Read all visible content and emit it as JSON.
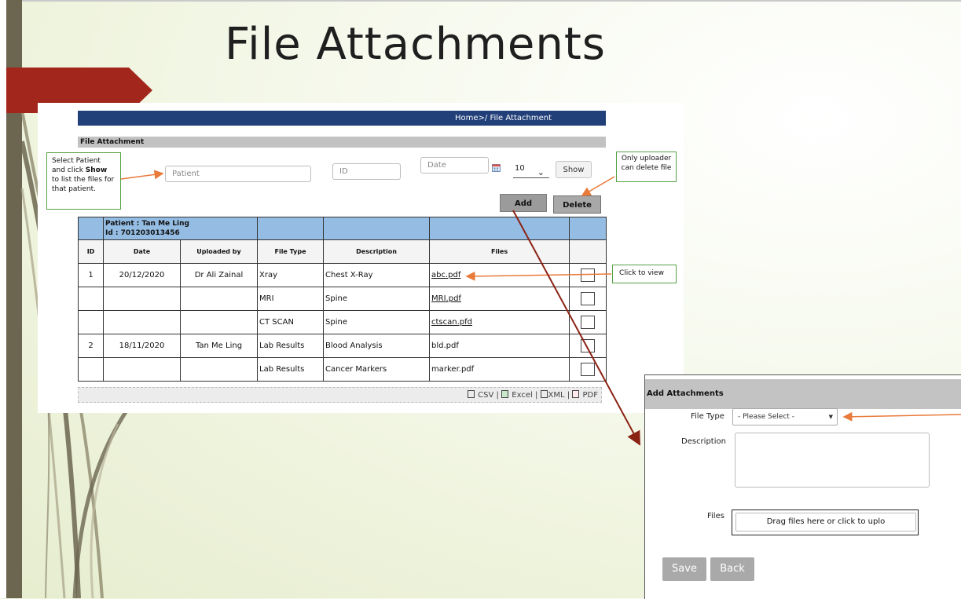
{
  "slide": {
    "title": "File Attachments"
  },
  "breadcrumb": "Home>/ File Attachment",
  "section_title": "File Attachment",
  "callouts": {
    "select_patient": {
      "pre": "Select Patient and click ",
      "bold": "Show",
      "post": " to list the files for that patient."
    },
    "uploader_delete": "Only uploader can delete file",
    "click_view": "Click to view"
  },
  "filters": {
    "patient_placeholder": "Patient",
    "id_placeholder": "ID",
    "date_placeholder": "Date",
    "page_size": "10",
    "show_label": "Show"
  },
  "actions": {
    "add_label": "Add",
    "delete_label": "Delete"
  },
  "patient_header": {
    "name_line": "Patient : Tan Me Ling",
    "id_line": "Id : 701203013456"
  },
  "columns": [
    "ID",
    "Date",
    "Uploaded by",
    "File Type",
    "Description",
    "Files",
    ""
  ],
  "rows": [
    {
      "id": "1",
      "date": "20/12/2020",
      "uploaded_by": "Dr Ali Zainal",
      "file_type": "Xray",
      "description": "Chest X-Ray",
      "file": "abc.pdf",
      "linked": true
    },
    {
      "id": "",
      "date": "",
      "uploaded_by": "",
      "file_type": "MRI",
      "description": "Spine",
      "file": "MRI.pdf",
      "linked": true
    },
    {
      "id": "",
      "date": "",
      "uploaded_by": "",
      "file_type": "CT SCAN",
      "description": "Spine",
      "file": "ctscan.pfd",
      "linked": true
    },
    {
      "id": "2",
      "date": "18/11/2020",
      "uploaded_by": "Tan Me Ling",
      "file_type": "Lab Results",
      "description": "Blood Analysis",
      "file": "bld.pdf",
      "linked": false
    },
    {
      "id": "",
      "date": "",
      "uploaded_by": "",
      "file_type": "Lab Results",
      "description": "Cancer Markers",
      "file": "marker.pdf",
      "linked": false
    }
  ],
  "export": {
    "csv": "CSV",
    "excel": "Excel",
    "xml": "XML",
    "pdf": "PDF",
    "sep": "|"
  },
  "modal": {
    "title": "Add Attachments",
    "file_type_label": "File Type",
    "file_type_value": "- Please Select -",
    "description_label": "Description",
    "files_label": "Files",
    "drop_text": "Drag files here or click to uplo",
    "save_label": "Save",
    "back_label": "Back"
  },
  "colors": {
    "nav_bar": "#213f79",
    "patient_header": "#95bde3",
    "accent_red": "#a3261c",
    "callout_border": "#55a043",
    "arrow_orange": "#e87a3a",
    "arrow_dark_red": "#8b2315"
  }
}
